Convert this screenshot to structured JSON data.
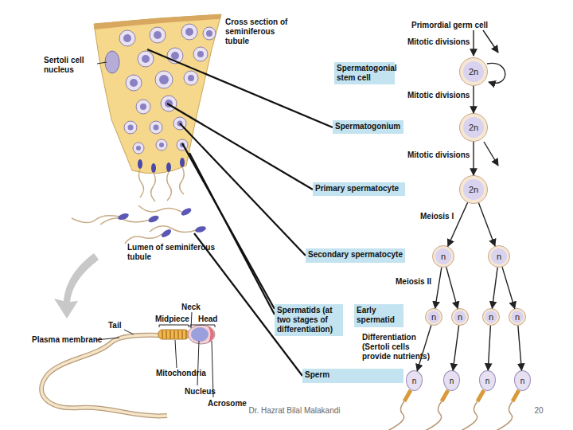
{
  "diagram": {
    "nodes": [
      {
        "text": [
          "Spermatogonial stem cell"
        ]
      },
      {
        "text": [
          "2n"
        ]
      },
      {
        "text": [
          "Spermatogonium"
        ]
      },
      {
        "text": [
          "2n"
        ]
      },
      {
        "text": [
          "Primary spermatocyte"
        ]
      },
      {
        "text": [
          "2n"
        ]
      },
      {
        "text": [
          "Secondary spermatocyte"
        ]
      },
      {
        "text": [
          "n"
        ]
      },
      {
        "text": [
          "n"
        ]
      },
      {
        "text": [
          "Spermatids (at two stages of differentiation)"
        ]
      },
      {
        "text": [
          "Early spermatid"
        ]
      },
      {
        "text": [
          "n"
        ]
      },
      {
        "text": [
          "n"
        ]
      },
      {
        "text": [
          "n"
        ]
      },
      {
        "text": [
          "n"
        ]
      },
      {
        "text": [
          "Sperm"
        ]
      },
      {
        "text": [
          "n"
        ]
      },
      {
        "text": [
          "n"
        ]
      },
      {
        "text": [
          "n"
        ]
      },
      {
        "text": [
          "n"
        ]
      }
    ],
    "edges": [
      {
        "from": 1,
        "to": 3,
        "arrow": "to"
      },
      {
        "from": 3,
        "to": 5,
        "arrow": "to"
      },
      {
        "from": 5,
        "to": 7,
        "arrow": "to"
      },
      {
        "from": 5,
        "to": 8,
        "arrow": "to"
      },
      {
        "from": 7,
        "to": 11,
        "arrow": "to"
      },
      {
        "from": 7,
        "to": 12,
        "arrow": "to"
      },
      {
        "from": 8,
        "to": 13,
        "arrow": "to"
      },
      {
        "from": 8,
        "to": 14,
        "arrow": "to"
      },
      {
        "from": 11,
        "to": 16,
        "arrow": "to"
      },
      {
        "from": 12,
        "to": 17,
        "arrow": "to"
      },
      {
        "from": 13,
        "to": 18,
        "arrow": "to"
      },
      {
        "from": 14,
        "to": 19,
        "arrow": "to"
      }
    ],
    "labels": [
      "Cross section of seminiferous tubule",
      "Primordial germ cell",
      "Mitotic divisions",
      "Sertoli cell nucleus",
      "Mitotic divisions",
      "Mitotic divisions",
      "Meiosis I",
      "Lumen of seminiferous tubule",
      "Meiosis II",
      "Neck",
      "Tail",
      "Midpiece",
      "Head",
      "Plasma membrane",
      "Differentiation (Sertoli cells provide nutrients)",
      "Mitochondria",
      "Nucleus",
      "Acrosome",
      "Dr. Hazrat Bilal Malakandi",
      "20"
    ]
  }
}
